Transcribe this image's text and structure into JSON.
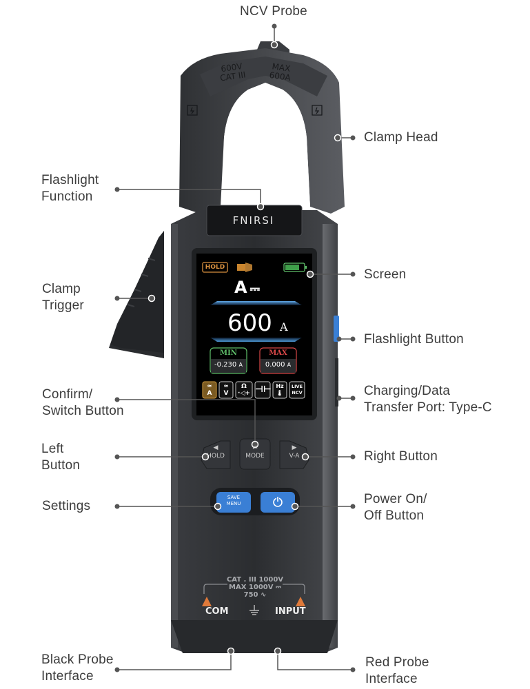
{
  "device": {
    "brand": "FNIRSI",
    "clamp_head": {
      "left_rating_line1": "600V",
      "left_rating_line2": "CAT III",
      "right_rating_line1": "MAX",
      "right_rating_line2": "600A",
      "lightning_icon": "lightning-icon"
    },
    "screen": {
      "hold_badge": "HOLD",
      "flashlight_icon": "flashlight-icon",
      "battery_icon": "battery-icon",
      "mode": "A",
      "mode_symbol": "DC",
      "reading": "600",
      "reading_unit": "A",
      "min_label": "MIN",
      "min_value": "-0.230",
      "min_unit": "A",
      "max_label": "MAX",
      "max_value": "0.000",
      "max_unit": "A",
      "function_icons": [
        {
          "label": "A",
          "symbol": "≈",
          "active": true
        },
        {
          "label": "V",
          "symbol": "≈",
          "active": false
        },
        {
          "label": "Ω",
          "symbol": "diode",
          "active": false
        },
        {
          "label": "capacitor",
          "symbol": "-|(-",
          "active": false
        },
        {
          "label": "Hz",
          "symbol": "temp",
          "active": false
        },
        {
          "label": "LIVE NCV",
          "symbol": "",
          "active": false
        }
      ]
    },
    "buttons": {
      "left": "HOLD",
      "mode": "MODE",
      "right": "V-A",
      "save_line1": "SAVE",
      "save_line2": "MENU",
      "power_icon": "power-icon"
    },
    "bottom_panel": {
      "line1": "CAT . III 1000V",
      "line2": "MAX 1000V ⎓",
      "line3": "750 ∿",
      "com": "COM",
      "input": "INPUT"
    },
    "colors": {
      "accent_blue": "#3a7fd5",
      "hold_orange": "#d9913f",
      "min_green": "#5fbf6a",
      "max_red": "#d94848",
      "body_dark": "#2e3033"
    }
  },
  "callouts": {
    "ncv_probe": "NCV Probe",
    "clamp_head": "Clamp Head",
    "flashlight_function": "Flashlight\nFunction",
    "screen": "Screen",
    "clamp_trigger": "Clamp\nTrigger",
    "flashlight_button": "Flashlight Button",
    "confirm_switch": "Confirm/\nSwitch Button",
    "charging_port": "Charging/Data\nTransfer Port: Type-C",
    "left_button": "Left\nButton",
    "right_button": "Right Button",
    "settings": "Settings",
    "power_button": "Power On/\nOff Button",
    "black_probe": "Black Probe\nInterface",
    "red_probe": "Red Probe\nInterface"
  }
}
